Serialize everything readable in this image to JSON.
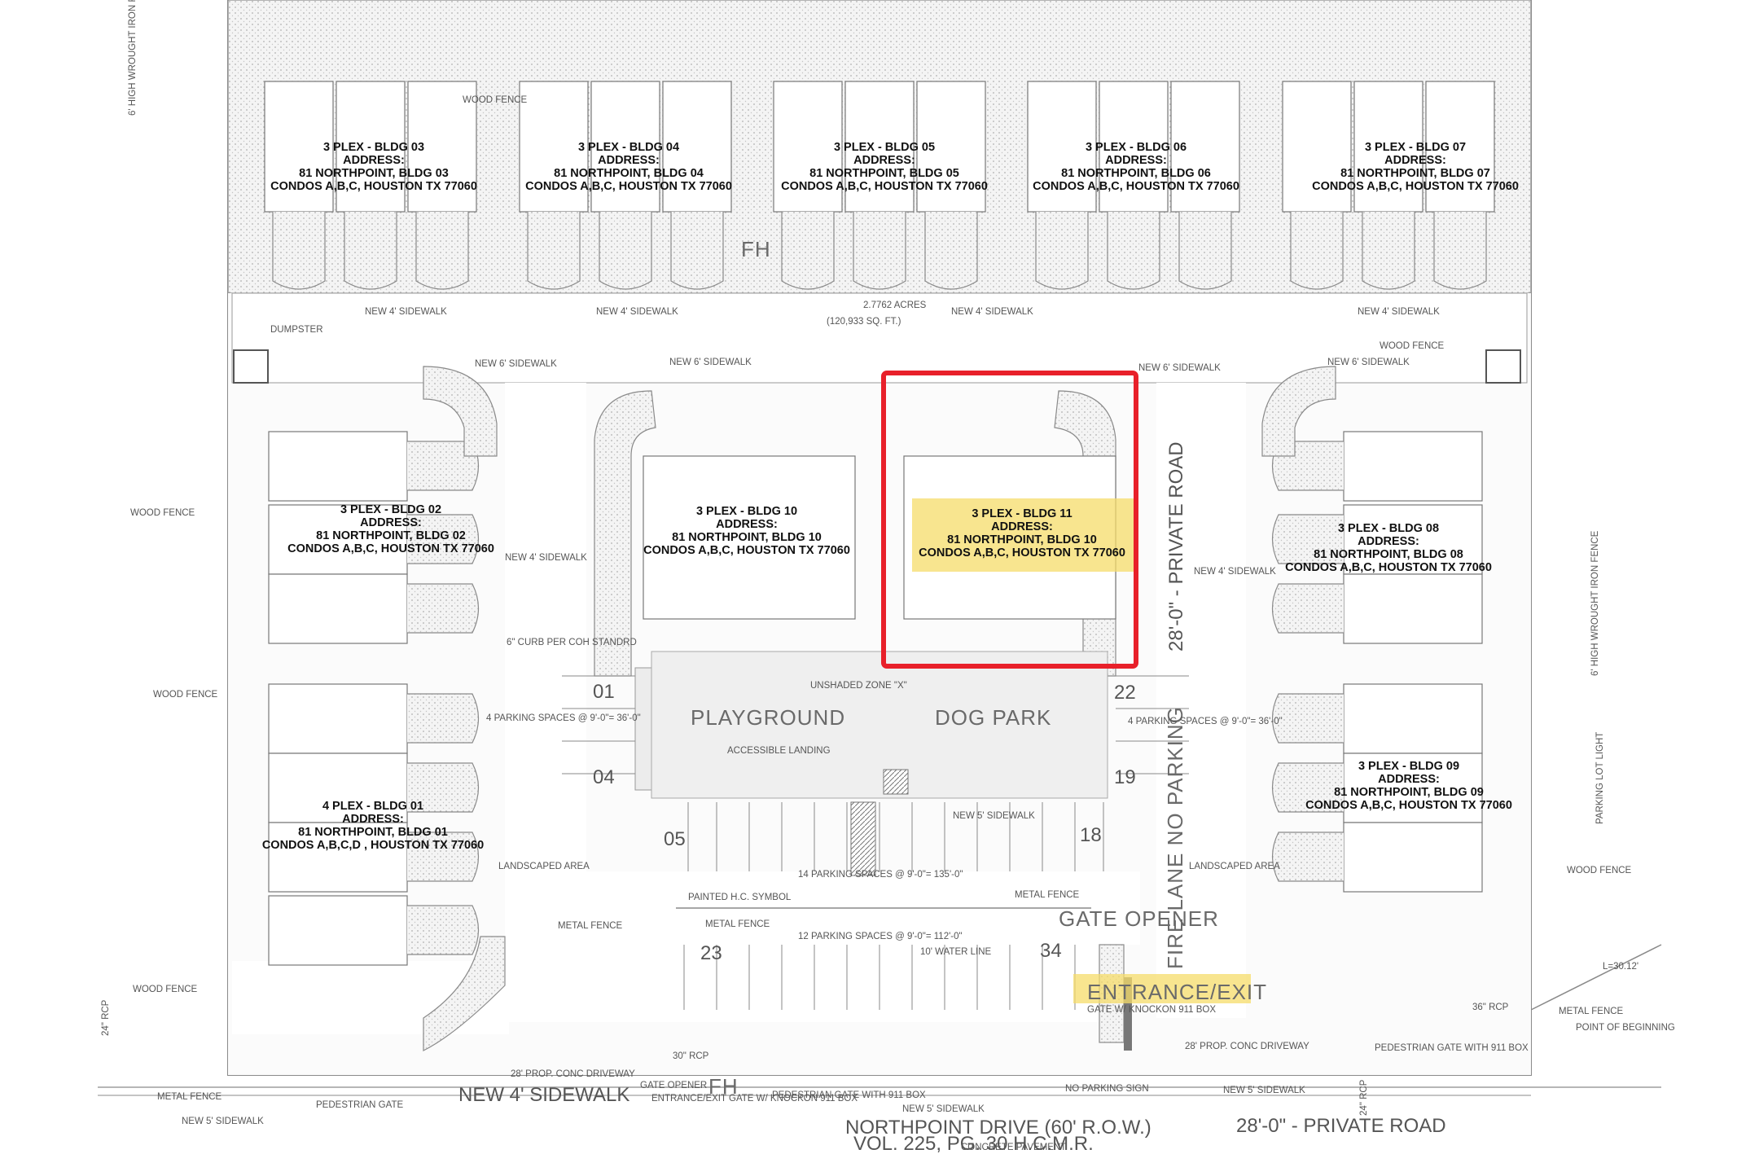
{
  "buildings": [
    {
      "id": "bldg03",
      "lines": [
        "3 PLEX - BLDG 03",
        "ADDRESS:",
        "81 NORTHPOINT, BLDG 03",
        "CONDOS A,B,C, HOUSTON TX 77060"
      ]
    },
    {
      "id": "bldg04",
      "lines": [
        "3 PLEX - BLDG 04",
        "ADDRESS:",
        "81 NORTHPOINT, BLDG 04",
        "CONDOS A,B,C, HOUSTON TX 77060"
      ]
    },
    {
      "id": "bldg05",
      "lines": [
        "3 PLEX - BLDG 05",
        "ADDRESS:",
        "81 NORTHPOINT, BLDG 05",
        "CONDOS A,B,C, HOUSTON TX 77060"
      ]
    },
    {
      "id": "bldg06",
      "lines": [
        "3 PLEX - BLDG 06",
        "ADDRESS:",
        "81 NORTHPOINT, BLDG 06",
        "CONDOS A,B,C, HOUSTON TX 77060"
      ]
    },
    {
      "id": "bldg07",
      "lines": [
        "3 PLEX - BLDG 07",
        "ADDRESS:",
        "81 NORTHPOINT, BLDG 07",
        "CONDOS A,B,C, HOUSTON TX 77060"
      ]
    },
    {
      "id": "bldg02",
      "lines": [
        "3 PLEX - BLDG 02",
        "ADDRESS:",
        "81 NORTHPOINT, BLDG 02",
        "CONDOS A,B,C, HOUSTON TX 77060"
      ]
    },
    {
      "id": "bldg10",
      "lines": [
        "3 PLEX - BLDG 10",
        "ADDRESS:",
        "81 NORTHPOINT, BLDG 10",
        "CONDOS A,B,C, HOUSTON TX 77060"
      ]
    },
    {
      "id": "bldg11",
      "lines": [
        "3 PLEX - BLDG 11",
        "ADDRESS:",
        "81 NORTHPOINT, BLDG 10",
        "CONDOS A,B,C, HOUSTON TX 77060"
      ]
    },
    {
      "id": "bldg08",
      "lines": [
        "3 PLEX - BLDG 08",
        "ADDRESS:",
        "81 NORTHPOINT, BLDG 08",
        "CONDOS A,B,C, HOUSTON TX 77060"
      ]
    },
    {
      "id": "bldg09",
      "lines": [
        "3 PLEX - BLDG 09",
        "ADDRESS:",
        "81 NORTHPOINT, BLDG 09",
        "CONDOS A,B,C, HOUSTON TX 77060"
      ]
    },
    {
      "id": "bldg01",
      "lines": [
        "4 PLEX - BLDG 01",
        "ADDRESS:",
        "81 NORTHPOINT, BLDG 01",
        "CONDOS A,B,C,D , HOUSTON TX 77060"
      ]
    }
  ],
  "areas": {
    "playground": "PLAYGROUND",
    "dog_park": "DOG PARK",
    "gate_opener": "GATE OPENER",
    "entrance_exit": "ENTRANCE/EXIT",
    "fire_lane": "FIRE LANE NO PARKING",
    "private_road_right": "28'-0\" - PRIVATE ROAD",
    "private_road_bottom": "28'-0\" - PRIVATE ROAD",
    "new_sidewalk_bottom": "NEW 4' SIDEWALK",
    "fh_top": "FH",
    "fh_bottom": "FH"
  },
  "parking_numbers": {
    "n01": "01",
    "n04": "04",
    "n05": "05",
    "n18": "18",
    "n22": "22",
    "n19": "19",
    "n23": "23",
    "n34": "34"
  },
  "annotations": {
    "dumpster": "DUMPSTER",
    "wood_fence": "WOOD FENCE",
    "new_6_sidewalk": "NEW 6' SIDEWALK",
    "new_4_sidewalk": "NEW 4' SIDEWALK",
    "new_5_sidewalk": "NEW 5' SIDEWALK",
    "curb": "6\" CURB PER COH STANDRD",
    "parking_4": "4 PARKING SPACES @ 9'-0\"= 36'-0\"",
    "parking_14": "14 PARKING SPACES @ 9'-0\"= 135'-0\"",
    "parking_12": "12 PARKING SPACES @ 9'-0\"= 112'-0\"",
    "accessible_landing": "ACCESSIBLE LANDING",
    "painted_hc": "PAINTED H.C. SYMBOL",
    "metal_fence": "METAL FENCE",
    "landscaped_area": "LANDSCAPED AREA",
    "pedestrian_gate": "PEDESTRIAN GATE",
    "pedestrian_gate_911": "PEDESTRIAN GATE WITH 911 BOX",
    "gate_opener_small": "GATE OPENER",
    "entrance_knockon": "ENTRANCE/EXIT GATE W/ KNOCKON 911 BOX",
    "gate_knockon": "GATE W/ KNOCKON 911 BOX",
    "no_parking_sign": "NO PARKING SIGN",
    "driveway": "28' PROP. CONC DRIVEWAY",
    "rcp_30": "30\" RCP",
    "rcp_24": "24\" RCP",
    "rcp_36": "36\" RCP",
    "northpoint_drive": "NORTHPOINT DRIVE (60' R.O.W.)",
    "vol": "VOL. 225, PG. 30 H.C.M.R.",
    "unshaded": "UNSHADED ZONE \"X\"",
    "acres": "2.7762 ACRES",
    "sqft": "(120,933 SQ. FT.)",
    "water_line": "10' WATER LINE",
    "high_iron_fence": "6' HIGH WROUGHT IRON FENCE",
    "parking_lot_light": "PARKING LOT LIGHT",
    "point_beginning": "POINT OF BEGINNING",
    "l_dim": "L=30.12'",
    "concrete_pavement": "CONCRETE PAVEMENT"
  },
  "colors": {
    "highlight": "#f6dc6a",
    "callout_box": "#e8202a",
    "lines": "#8a8a8a"
  }
}
